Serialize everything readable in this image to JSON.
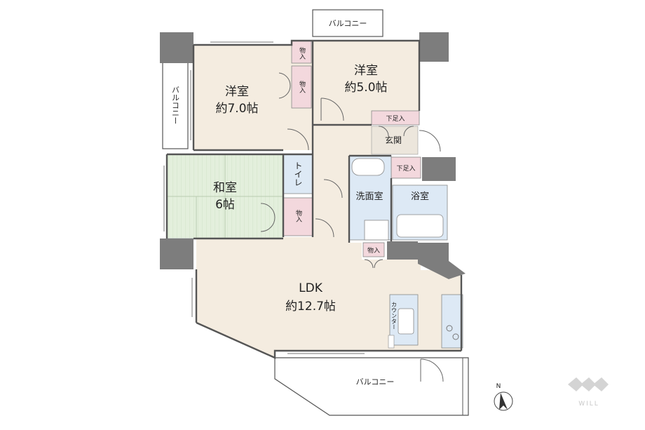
{
  "rooms": {
    "western_a": {
      "name": "洋室",
      "size": "約7.0帖"
    },
    "western_b": {
      "name": "洋室",
      "size": "約5.0帖"
    },
    "japanese": {
      "name": "和室",
      "size": "6帖"
    },
    "ldk": {
      "name": "LDK",
      "size": "約12.7帖"
    },
    "washroom": "洗面室",
    "bath": "浴室",
    "toilet": "トイレ",
    "entrance": "玄関"
  },
  "storage": {
    "closet": "物入",
    "shoe_box": "下足入",
    "counter": "カウンター"
  },
  "balcony": "バルコニー",
  "compass": {
    "north": "N"
  },
  "brand": "WILL"
}
